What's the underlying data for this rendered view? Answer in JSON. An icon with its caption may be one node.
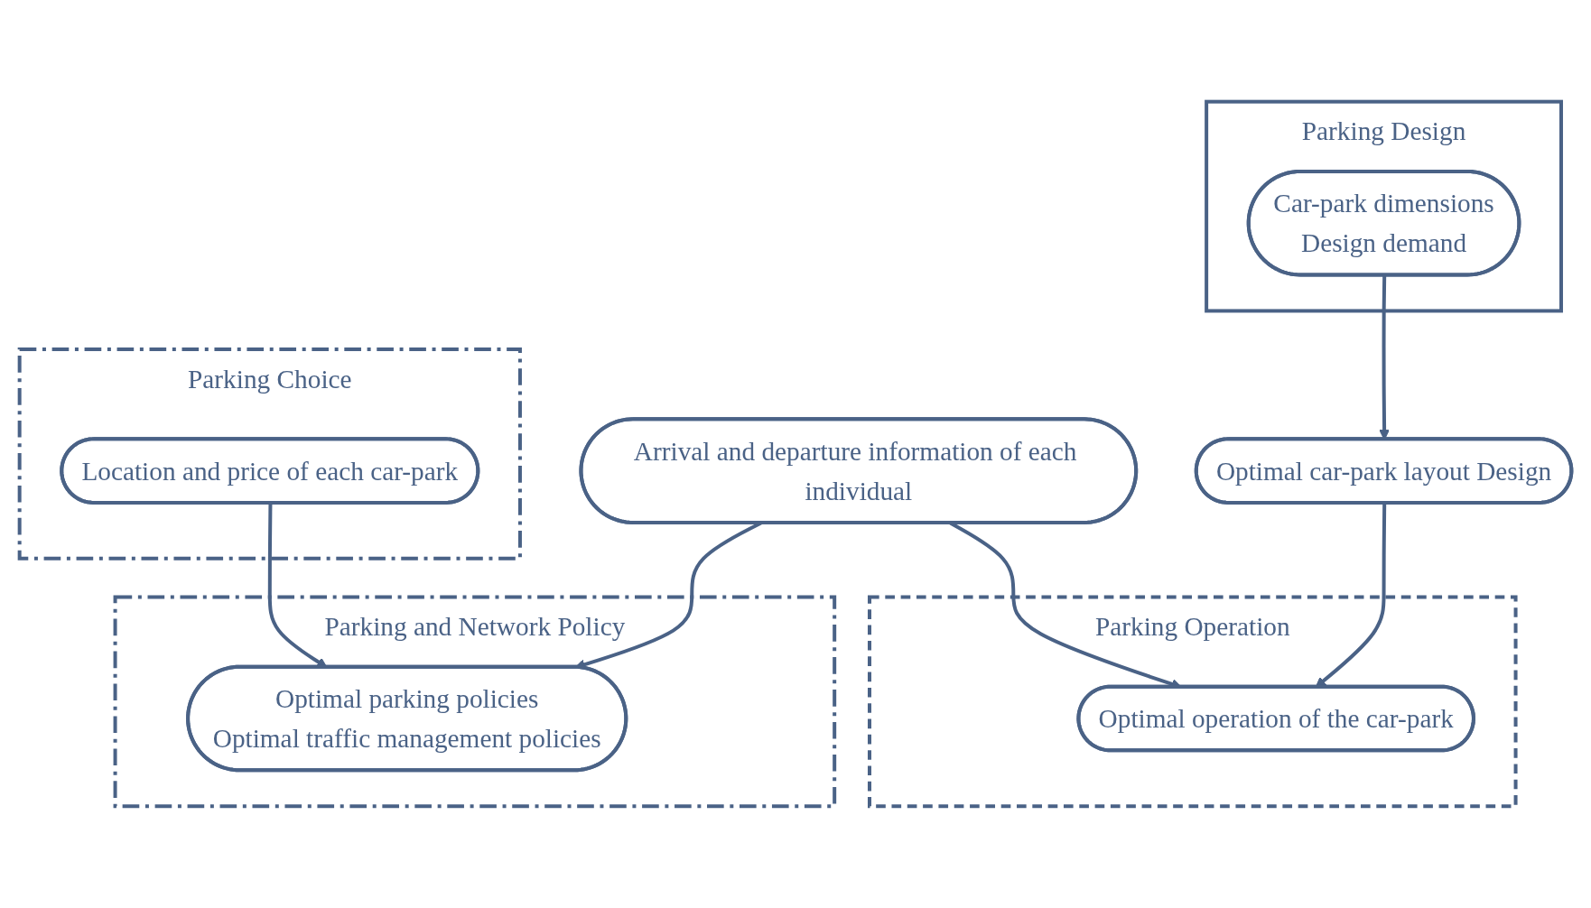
{
  "diagram": {
    "nodes": [
      {
        "text": [
          "Parking Design"
        ]
      },
      {
        "text": [
          "Car-park dimensions",
          "Design demand"
        ],
        "in": 0
      },
      {
        "text": [
          "Optimal car-park layout Design"
        ]
      },
      {
        "text": [
          "Parking Choice"
        ]
      },
      {
        "text": [
          "Location and price of each car-park"
        ],
        "in": 3
      },
      {
        "text": [
          "Arrival and departure information of each individual"
        ]
      },
      {
        "text": [
          "Parking and Network Policy"
        ]
      },
      {
        "text": [
          "Optimal parking policies",
          "Optimal traffic management policies"
        ],
        "in": 6
      },
      {
        "text": [
          "Parking Operation"
        ]
      },
      {
        "text": [
          "Optimal operation of the car-park"
        ],
        "in": 8
      }
    ],
    "edges": [
      {
        "from": 1,
        "to": 2,
        "arrow": "to"
      },
      {
        "from": 4,
        "to": 7,
        "arrow": "to"
      },
      {
        "from": 5,
        "to": 7,
        "arrow": "to"
      },
      {
        "from": 2,
        "to": 9,
        "arrow": "to"
      },
      {
        "from": 5,
        "to": 9,
        "arrow": "to"
      }
    ]
  }
}
